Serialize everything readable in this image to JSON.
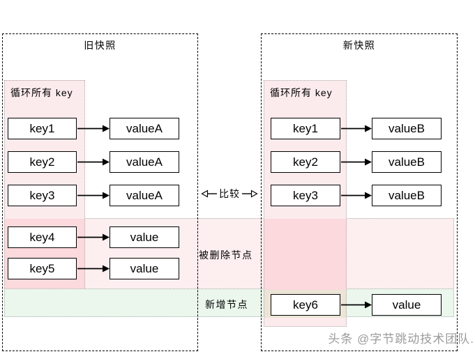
{
  "old_panel": {
    "title": "旧快照",
    "loop_region_label": "循环所有 key",
    "rows": [
      {
        "key": "key1",
        "value": "valueA"
      },
      {
        "key": "key2",
        "value": "valueA"
      },
      {
        "key": "key3",
        "value": "valueA"
      },
      {
        "key": "key4",
        "value": "value"
      },
      {
        "key": "key5",
        "value": "value"
      }
    ]
  },
  "new_panel": {
    "title": "新快照",
    "loop_region_label": "循环所有 key",
    "rows": [
      {
        "key": "key1",
        "value": "valueB"
      },
      {
        "key": "key2",
        "value": "valueB"
      },
      {
        "key": "key3",
        "value": "valueB"
      },
      {
        "key": "key6",
        "value": "value"
      }
    ]
  },
  "compare": {
    "label": "比较"
  },
  "annotations": {
    "deleted_band_label": "被删除节点",
    "added_band_label": "新增节点"
  },
  "watermark": "头条 @字节跳动技术团队.",
  "colors": {
    "loop_region_pink": "#FCEBED",
    "deleted_band_pink": "#FDEEF0",
    "loop_deleted_overlap_pink": "#FBD9DC",
    "added_band_green": "#EBF7EC",
    "loop_added_overlap_beige": "#ECE4D6",
    "box_border": "#000000",
    "dotted_border": "#A9A9A9",
    "watermark_gray": "#9B9B9B"
  }
}
